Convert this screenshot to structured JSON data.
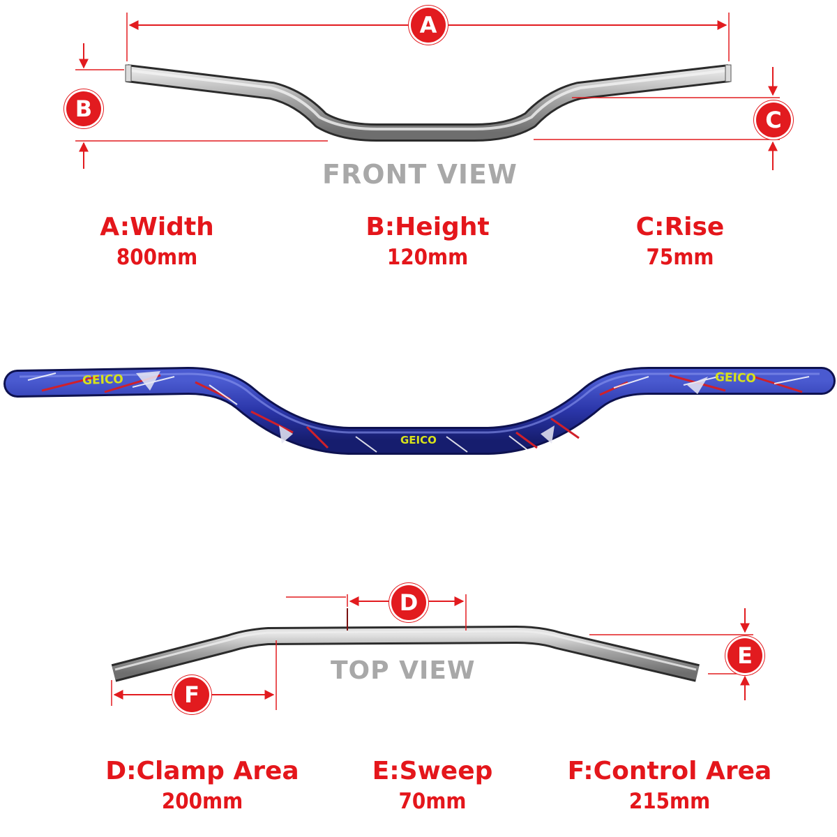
{
  "front_view": {
    "title": "FRONT VIEW",
    "markers": {
      "a": "A",
      "b": "B",
      "c": "C"
    }
  },
  "top_view": {
    "title": "TOP VIEW",
    "markers": {
      "d": "D",
      "e": "E",
      "f": "F"
    }
  },
  "handlebar": {
    "brand_center": "GEICO",
    "brand_left": "GEICO",
    "brand_right": "GEICO"
  },
  "specs_top": [
    {
      "label": "A:Width",
      "value": "800mm"
    },
    {
      "label": "B:Height",
      "value": "120mm"
    },
    {
      "label": "C:Rise",
      "value": "75mm"
    }
  ],
  "specs_bottom": [
    {
      "label": "D:Clamp Area",
      "value": "200mm"
    },
    {
      "label": "E:Sweep",
      "value": "70mm"
    },
    {
      "label": "F:Control Area",
      "value": "215mm"
    }
  ],
  "colors": {
    "accent_red": "#e21b1f",
    "bar_blue": "#27319e",
    "bar_silver": "#9a9a9a",
    "logo_yellow": "#d8e21a",
    "title_gray": "#a8a8a8"
  }
}
